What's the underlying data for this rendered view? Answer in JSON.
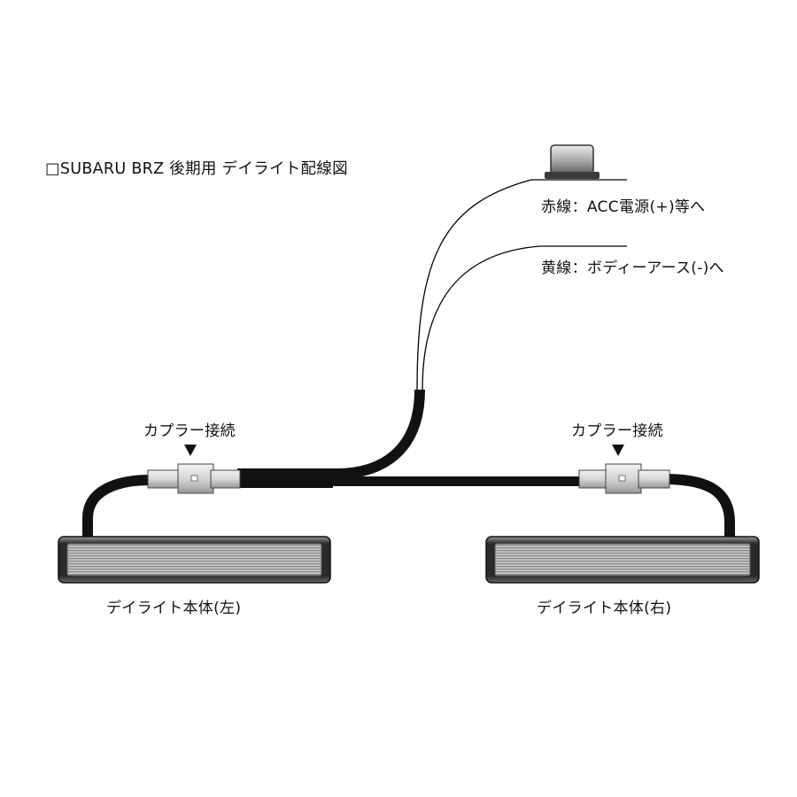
{
  "title": "□SUBARU BRZ 後期用 デイライト配線図",
  "wires": {
    "red_label": "赤線：ACC電源(+)等へ",
    "yellow_label": "黄線：ボディーアース(-)へ"
  },
  "coupler_left_label": "カプラー接続",
  "coupler_right_label": "カプラー接続",
  "body_left_label": "デイライト本体(左)",
  "body_right_label": "デイライト本体(右)",
  "icons": {
    "fuse_tap": "fuse-tap-icon",
    "coupler_marker": "triangle-down-icon"
  },
  "colors": {
    "harness": "#111111",
    "line": "#000000"
  }
}
